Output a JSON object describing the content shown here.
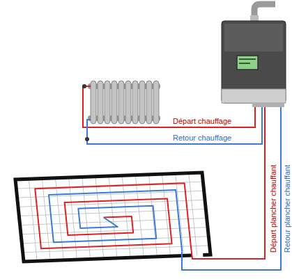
{
  "diagram": {
    "labels": [
      "Départ chauffage",
      "Retour chauffage",
      "Départ plancher chauffant",
      "Retour plancher chauffant"
    ]
  }
}
